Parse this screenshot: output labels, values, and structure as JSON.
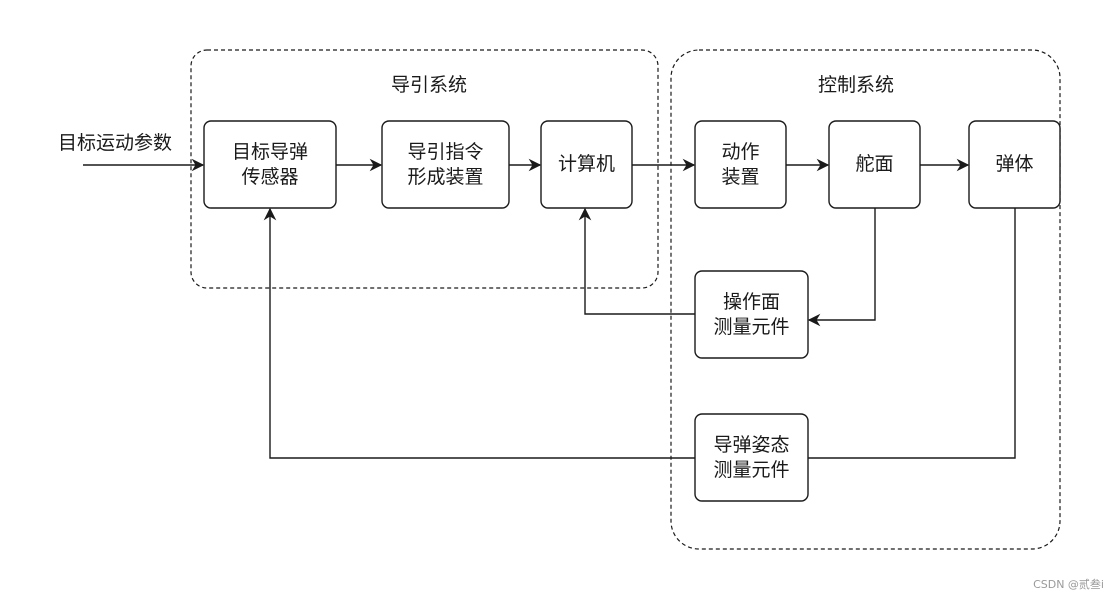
{
  "groups": {
    "guidance": {
      "title": "导引系统"
    },
    "control": {
      "title": "控制系统"
    }
  },
  "input_label": "目标运动参数",
  "blocks": {
    "sensor": "目标导弹\n传感器",
    "command": "导引指令\n形成装置",
    "computer": "计算机",
    "actuator": "动作\n装置",
    "rudder": "舵面",
    "body": "弹体",
    "surface_meas": "操作面\n测量元件",
    "attitude_meas": "导弹姿态\n测量元件"
  },
  "connections": [
    {
      "from": "input",
      "to": "sensor"
    },
    {
      "from": "sensor",
      "to": "command"
    },
    {
      "from": "command",
      "to": "computer"
    },
    {
      "from": "computer",
      "to": "actuator"
    },
    {
      "from": "actuator",
      "to": "rudder"
    },
    {
      "from": "rudder",
      "to": "body"
    },
    {
      "from": "rudder",
      "to": "surface_meas"
    },
    {
      "from": "surface_meas",
      "to": "computer"
    },
    {
      "from": "body",
      "to": "attitude_meas"
    },
    {
      "from": "attitude_meas",
      "to": "sensor"
    }
  ],
  "watermark": "CSDN @贰叁i"
}
